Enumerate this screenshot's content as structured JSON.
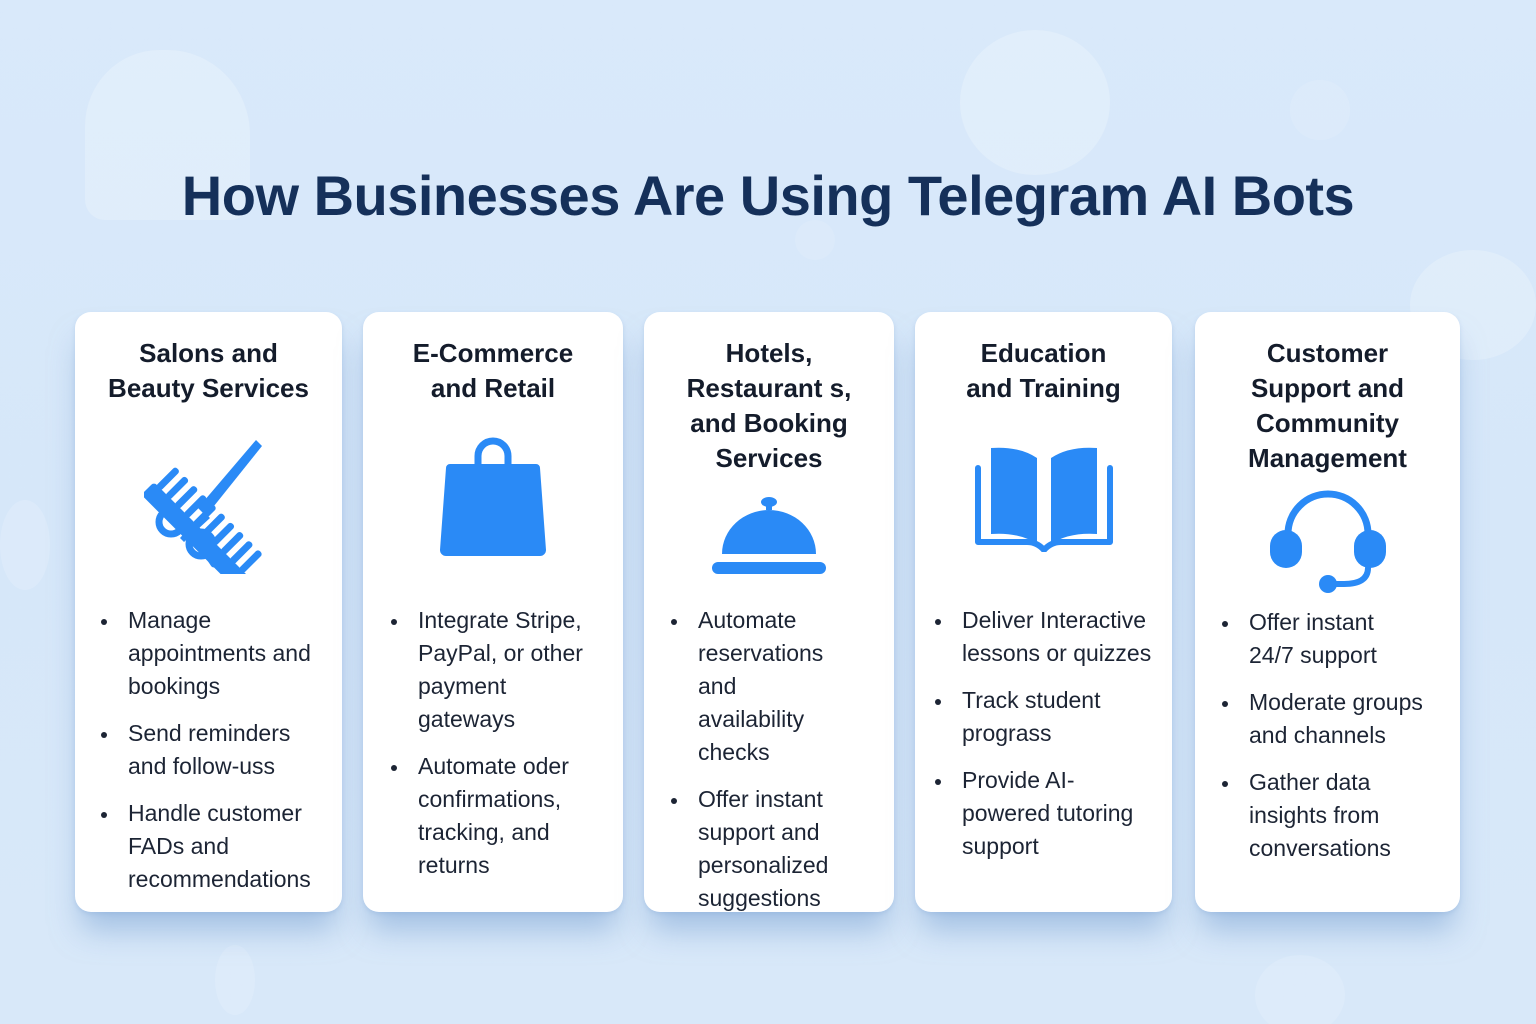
{
  "page": {
    "title": "How Businesses Are Using Telegram AI Bots",
    "accent_color": "#2a8af6",
    "title_color": "#15305a"
  },
  "cards": [
    {
      "title": "Salons and\nBeauty Services",
      "icon": "comb-scissors-icon",
      "bullets": [
        "Manage\nappointments and\nbookings",
        "Send reminders\nand follow-uss",
        "Handle customer\nFADs and\nrecommendations"
      ]
    },
    {
      "title": "E-Commerce\nand Retail",
      "icon": "shopping-bag-icon",
      "bullets": [
        "Integrate Stripe,\nPayPal, or other\npayment\ngateways",
        "Automate oder\nconfirmations,\ntracking, and\nreturns"
      ]
    },
    {
      "title": "Hotels,\nRestaurant s,\nand Booking\nServices",
      "icon": "service-bell-icon",
      "bullets": [
        "Automate\nreservations\nand\navailability\nchecks",
        "Offer instant\nsupport and\npersonalized\nsuggestions"
      ]
    },
    {
      "title": "Education\nand Training",
      "icon": "open-book-icon",
      "bullets": [
        "Deliver Interactive\nlessons or quizzes",
        "Track student\nprograss",
        "Provide AI-\npowered  tutoring\nsupport"
      ]
    },
    {
      "title": "Customer\nSupport and\nCommunity\nManagement",
      "icon": "headset-icon",
      "bullets": [
        "Offer instant\n24/7 support",
        "Moderate groups\nand channels",
        "Gather data\ninsights from\nconversations"
      ]
    }
  ]
}
